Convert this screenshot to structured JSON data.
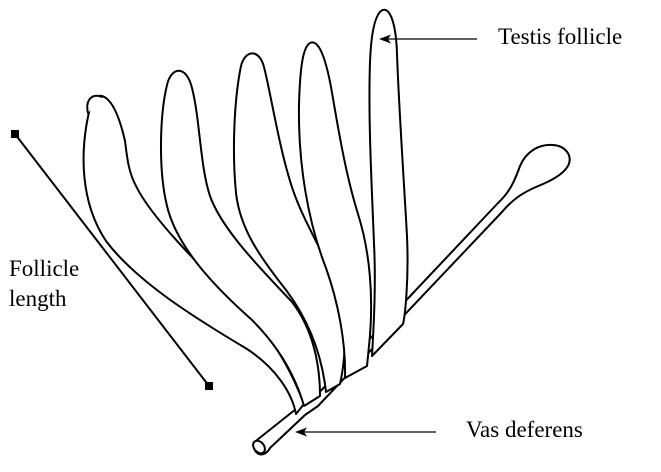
{
  "labels": {
    "testis_follicle": "Testis follicle",
    "follicle_length": "Follicle\nlength",
    "vas_deferens": "Vas deferens"
  },
  "style": {
    "line_color": "#000000",
    "background": "#ffffff"
  }
}
